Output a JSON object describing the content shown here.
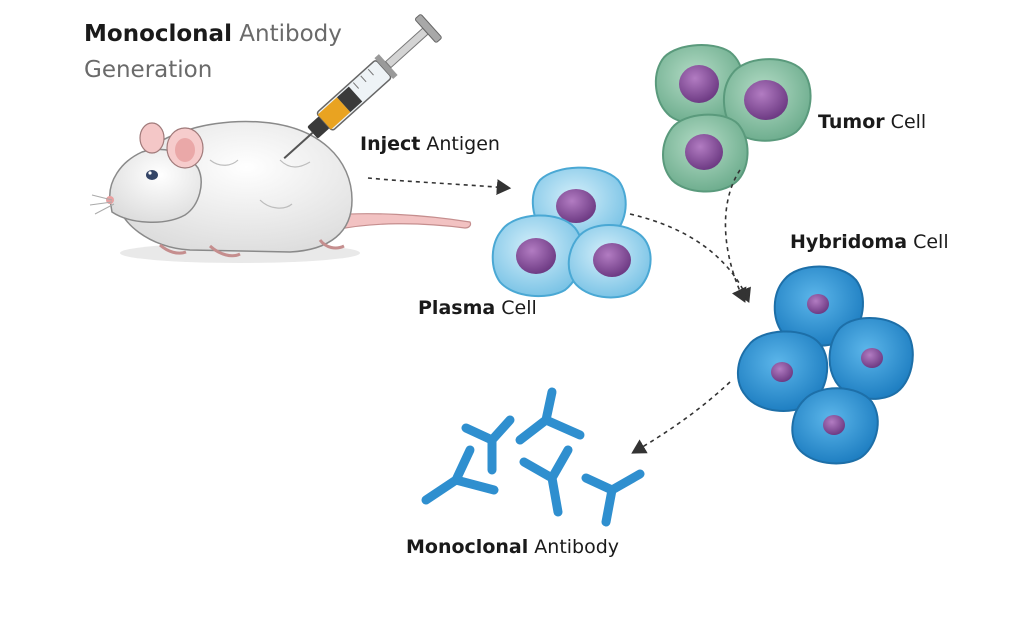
{
  "title": {
    "bold": "Monoclonal",
    "light": "Antibody",
    "line2": "Generation"
  },
  "labels": {
    "inject": {
      "bold": "Inject",
      "light": "Antigen"
    },
    "plasma": {
      "bold": "Plasma",
      "light": "Cell"
    },
    "tumor": {
      "bold": "Tumor",
      "light": "Cell"
    },
    "hybridoma": {
      "bold": "Hybridoma",
      "light": "Cell"
    },
    "antibody": {
      "bold": "Monoclonal",
      "light": "Antibody"
    }
  },
  "colors": {
    "plasma_fill": "#a9dcef",
    "plasma_edge": "#4aa8d4",
    "tumor_fill": "#8ec4a8",
    "tumor_edge": "#5a9a7c",
    "hybridoma_fill": "#3c9ad6",
    "hybridoma_edge": "#1d6fa8",
    "nucleus": "#8a4f9e",
    "antibody": "#2f8fcf",
    "arrow": "#333333"
  },
  "icons": [
    "mouse-icon",
    "syringe-icon",
    "plasma-cell-icon",
    "tumor-cell-icon",
    "hybridoma-cell-icon",
    "antibody-icon"
  ]
}
